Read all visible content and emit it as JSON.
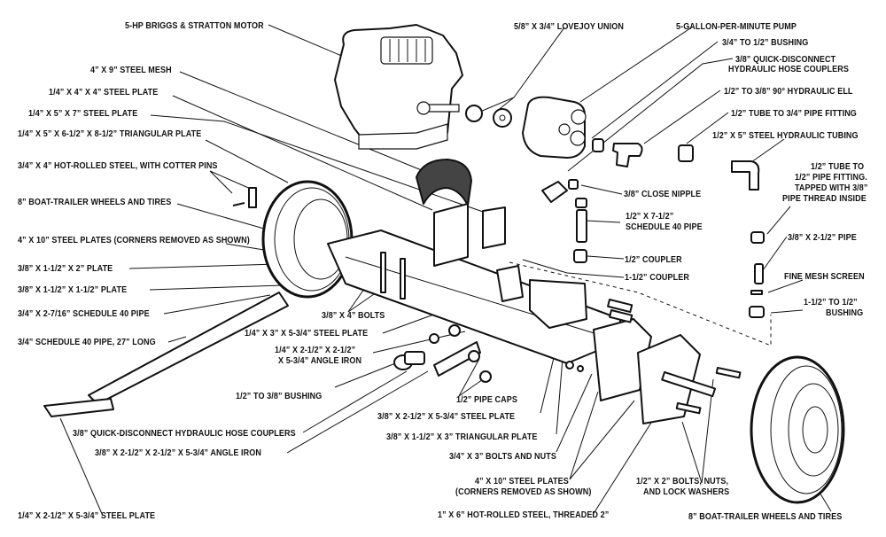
{
  "diagram": {
    "type": "exploded-assembly",
    "subject": "log splitter / hydraulic trailer assembly",
    "labels": {
      "motor": "5-HP BRIGGS & STRATTON MOTOR",
      "steel_mesh": "4” X 9” STEEL MESH",
      "plate_4x4": "1/4” X 4” X 4” STEEL PLATE",
      "plate_5x7": "1/4” X 5” X 7” STEEL PLATE",
      "triangular_plate_left": "1/4” X 5” X 6-1/2” X 8-1/2” TRIANGULAR PLATE",
      "hot_rolled_cotter": "3/4” X 4” HOT-ROLLED STEEL, WITH COTTER PINS",
      "wheels_left": "8” BOAT-TRAILER WHEELS AND TIRES",
      "plates_4x10_left": "4” X 10” STEEL PLATES (CORNERS REMOVED AS SHOWN)",
      "plate_3_8_2": "3/8” X 1-1/2” X 2” PLATE",
      "plate_3_8_1_5": "3/8” X 1-1/2” X 1-1/2”  PLATE",
      "pipe_2_7_16": "3/4” X 2-7/16” SCHEDULE 40 PIPE",
      "pipe_27_long": "3/4” SCHEDULE 40 PIPE, 27” LONG",
      "bolts_3_8x4": "3/8” X 4” BOLTS",
      "plate_1_4x3": "1/4” X 3” X 5-3/4” STEEL PLATE",
      "angle_iron_1_4_line1": "1/4” X 2-1/2” X 2-1/2”",
      "angle_iron_1_4_line2": "X 5-3/4” ANGLE IRON",
      "bushing_1_2_3_8": "1/2” TO 3/8” BUSHING",
      "pipe_caps": "1/2” PIPE CAPS",
      "plate_3_8x2_5": "3/8” X 2-1/2” X 5-3/4” STEEL PLATE",
      "qd_couplers_bottom": "3/8” QUICK-DISCONNECT HYDRAULIC HOSE COUPLERS",
      "triangular_plate_3_8": "3/8” X 1-1/2” X 3” TRIANGULAR PLATE",
      "angle_iron_3_8": "3/8” X 2-1/2” X 2-1/2” X 5-3/4” ANGLE IRON",
      "bolts_3_4x3": "3/4” X 3” BOLTS AND NUTS",
      "plates_4x10_bottom_line1": "4” X 10” STEEL PLATES",
      "plates_4x10_bottom_line2": "(CORNERS REMOVED AS SHOWN)",
      "plate_tongue": "1/4” X 2-1/2” X 5-3/4” STEEL PLATE",
      "hot_rolled_threaded": "1” X 6” HOT-ROLLED STEEL, THREADED 2”",
      "bolts_1_2x2_line1": "1/2” X 2” BOLTS, NUTS,",
      "bolts_1_2x2_line2": "AND LOCK WASHERS",
      "wheels_right": "8” BOAT-TRAILER WHEELS AND TIRES",
      "lovejoy": "5/8” X 3/4” LOVEJOY UNION",
      "pump": "5-GALLON-PER-MINUTE PUMP",
      "bushing_3_4_1_2": "3/4” TO 1/2” BUSHING",
      "qd_couplers_top_line1": "3/8” QUICK-DISCONNECT",
      "qd_couplers_top_line2": "HYDRAULIC HOSE COUPLERS",
      "hydraulic_ell": "1/2” TO 3/8” 90° HYDRAULIC ELL",
      "tube_fitting_3_4": "1/2” TUBE TO 3/4” PIPE FITTING",
      "hydraulic_tubing": "1/2” X 5” STEEL HYDRAULIC TUBING",
      "tube_fitting_1_2_line1": "1/2” TUBE TO",
      "tube_fitting_1_2_line2": "1/2” PIPE FITTING.",
      "tube_fitting_1_2_line3": "TAPPED WITH 3/8”",
      "tube_fitting_1_2_line4": "PIPE THREAD INSIDE",
      "close_nipple": "3/8” CLOSE NIPPLE",
      "pipe_7_5_line1": "1/2” X 7-1/2”",
      "pipe_7_5_line2": "SCHEDULE 40 PIPE",
      "pipe_3_8x2_5": "3/8” X 2-1/2” PIPE",
      "coupler_1_2": "1/2” COUPLER",
      "coupler_1_5": "1-1/2” COUPLER",
      "mesh_screen": "FINE MESH SCREEN",
      "bushing_1_5_line1": "1-1/2” TO 1/2”",
      "bushing_1_5_line2": "BUSHING"
    }
  }
}
